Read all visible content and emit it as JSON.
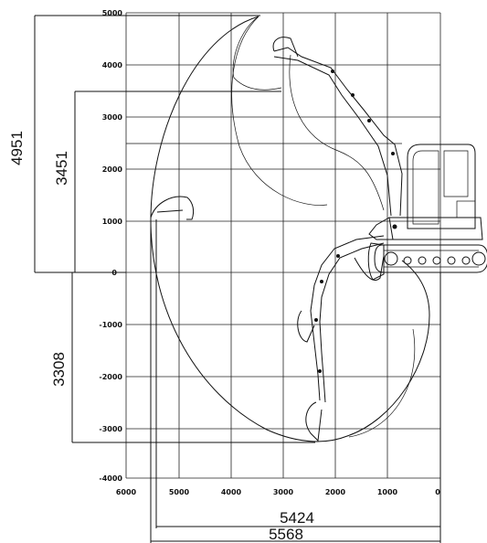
{
  "y_ticks": [
    "5000",
    "4000",
    "3000",
    "2000",
    "1000",
    "0",
    "-1000",
    "-2000",
    "-3000",
    "-4000"
  ],
  "x_ticks": [
    "6000",
    "5000",
    "4000",
    "3000",
    "2000",
    "1000",
    "0"
  ],
  "dimensions": {
    "max_digging_height": "4951",
    "max_dump_height": "3451",
    "max_digging_depth": "3308",
    "max_reach_ground": "5424",
    "max_reach": "5568"
  }
}
